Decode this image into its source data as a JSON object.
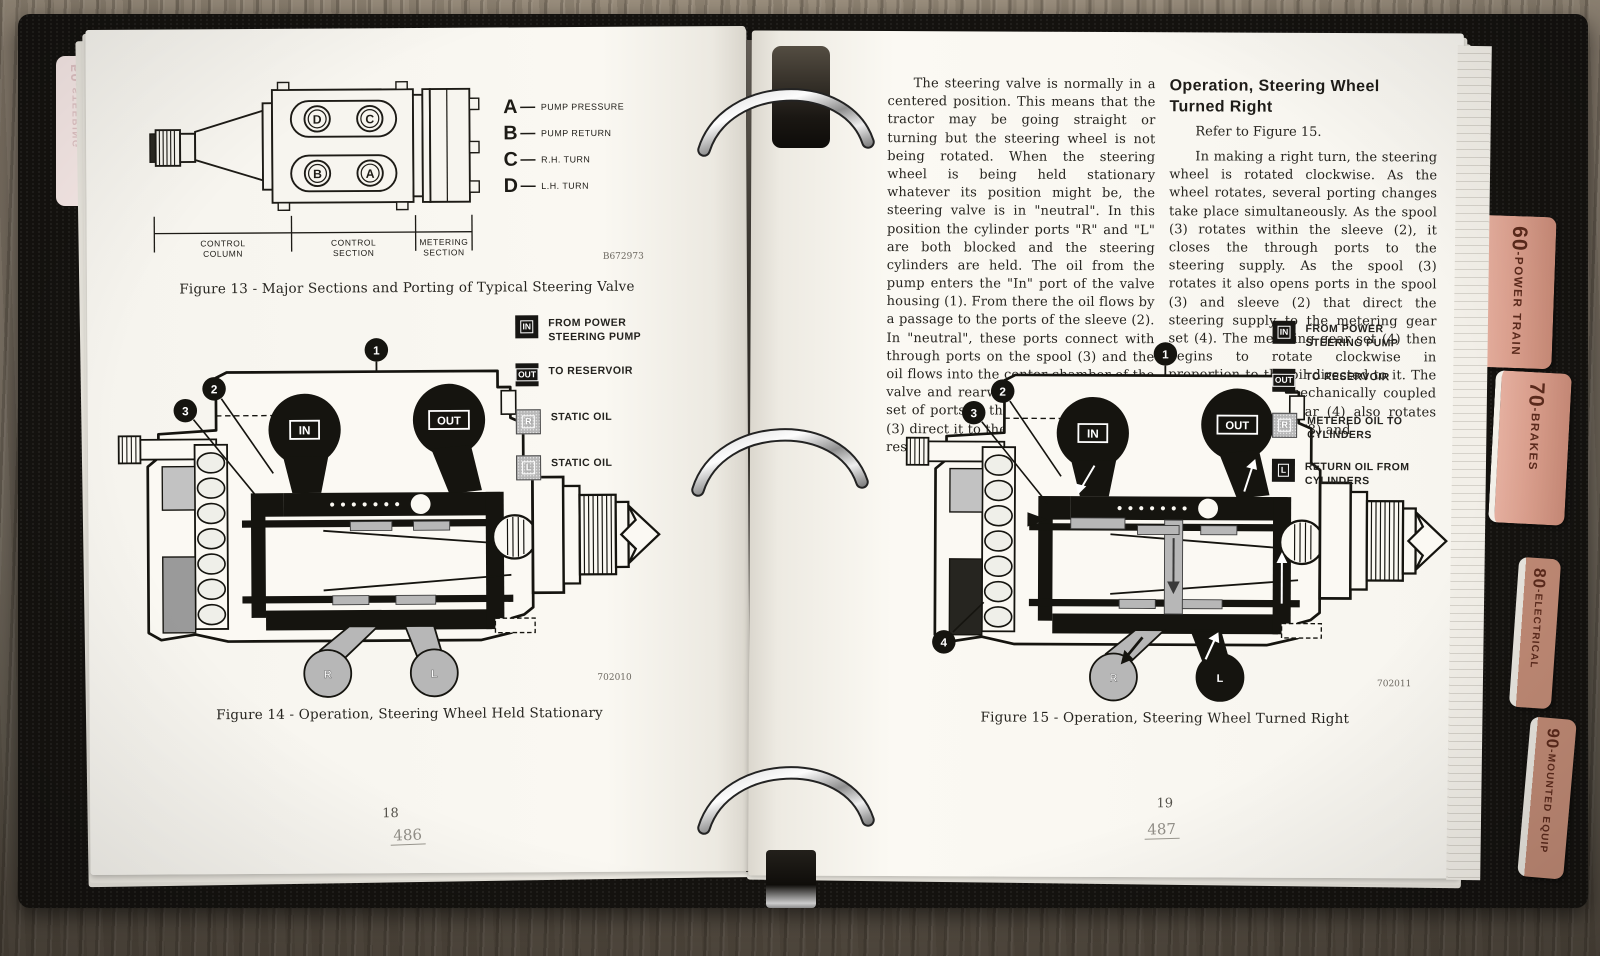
{
  "colors": {
    "tab_background": "#dca08e",
    "tab_text": "#5b2a1c",
    "diagram_gray": "#b7b7b7",
    "ink": "#1d1b16",
    "pencil_number": "#908d86"
  },
  "binder": {
    "right_tabs": [
      {
        "num": "60",
        "name": "-POWER TRAIN"
      },
      {
        "num": "70",
        "name": "-BRAKES"
      },
      {
        "num": "80",
        "name": "-ELECTRICAL"
      },
      {
        "num": "90",
        "name": "-MOUNTED EQUIP"
      }
    ],
    "left_tab": {
      "num": "50",
      "name": "-STEERING"
    }
  },
  "left_page": {
    "figure13": {
      "ports": [
        "D",
        "C",
        "B",
        "A"
      ],
      "legend": [
        {
          "key": "A",
          "label": "PUMP PRESSURE"
        },
        {
          "key": "B",
          "label": "PUMP RETURN"
        },
        {
          "key": "C",
          "label": "R.H. TURN"
        },
        {
          "key": "D",
          "label": "L.H. TURN"
        }
      ],
      "sections": [
        [
          "CONTROL",
          "COLUMN"
        ],
        [
          "CONTROL",
          "SECTION"
        ],
        [
          "METERING",
          "SECTION"
        ]
      ],
      "ref_number": "B672973",
      "caption": "Figure 13 - Major Sections and Porting of Typical Steering Valve"
    },
    "figure14": {
      "callouts": [
        "1",
        "2",
        "3"
      ],
      "port_in": "IN",
      "port_out": "OUT",
      "port_r": "R",
      "port_l": "L",
      "legend": [
        {
          "key": "IN",
          "label": "FROM POWER STEERING PUMP"
        },
        {
          "key": "OUT",
          "label": "TO RESERVOIR"
        },
        {
          "key": "R",
          "label": "STATIC OIL"
        },
        {
          "key": "L",
          "label": "STATIC OIL"
        }
      ],
      "ref_number": "702010",
      "caption": "Figure 14 - Operation, Steering Wheel Held Stationary"
    },
    "page_number": "18",
    "written_number": "486"
  },
  "right_page": {
    "column1": "The steering valve is normally in a centered position. This means that the tractor may be going straight or turning but the steering wheel is not being rotated. When the steering wheel is being held stationary whatever its position might be, the steering valve is in \"neutral\". In this position the cylinder ports \"R\" and \"L\" are both blocked and the steering cylinders are held. The oil from the pump enters the \"In\" port of the valve housing (1). From there the oil flows by a passage to the ports of the sleeve (2). In \"neutral\", these ports connect with through ports on the spool (3) and the oil flows into the center chamber of the valve and rearward to where a second set of ports in the sleeve (2) and spool (3) direct it to the \"Out\" port and to the reservoir.",
    "heading": "Operation, Steering Wheel Turned Right",
    "refer_line": "Refer to Figure 15.",
    "column2": "In making a right turn, the steering wheel is rotated clockwise. As the wheel rotates, several porting changes take place simultaneously. As the spool (3) rotates within the sleeve (2), it closes the through ports to the steering supply. As the spool (3) rotates it also opens ports in the spool (3) and sleeve (2) that direct the steering supply to the metering gear set (4). The metering gear set (4) then begins to rotate clockwise in proportion to the oil directed to it. The sleeve (2) being mechanically coupled to the metering gear (4) also rotates clockwise. As spool (3) and",
    "figure15": {
      "callouts": [
        "1",
        "2",
        "3",
        "4"
      ],
      "port_in": "IN",
      "port_out": "OUT",
      "port_r": "R",
      "port_l": "L",
      "legend": [
        {
          "key": "IN",
          "label": "FROM POWER STEERING PUMP"
        },
        {
          "key": "OUT",
          "label": "TO RESERVOIR"
        },
        {
          "key": "R",
          "label": "METERED OIL TO CYLINDERS"
        },
        {
          "key": "L",
          "label": "RETURN OIL FROM CYLINDERS"
        }
      ],
      "ref_number": "702011",
      "caption": "Figure 15 - Operation, Steering Wheel Turned Right"
    },
    "page_number": "19",
    "written_number": "487"
  }
}
